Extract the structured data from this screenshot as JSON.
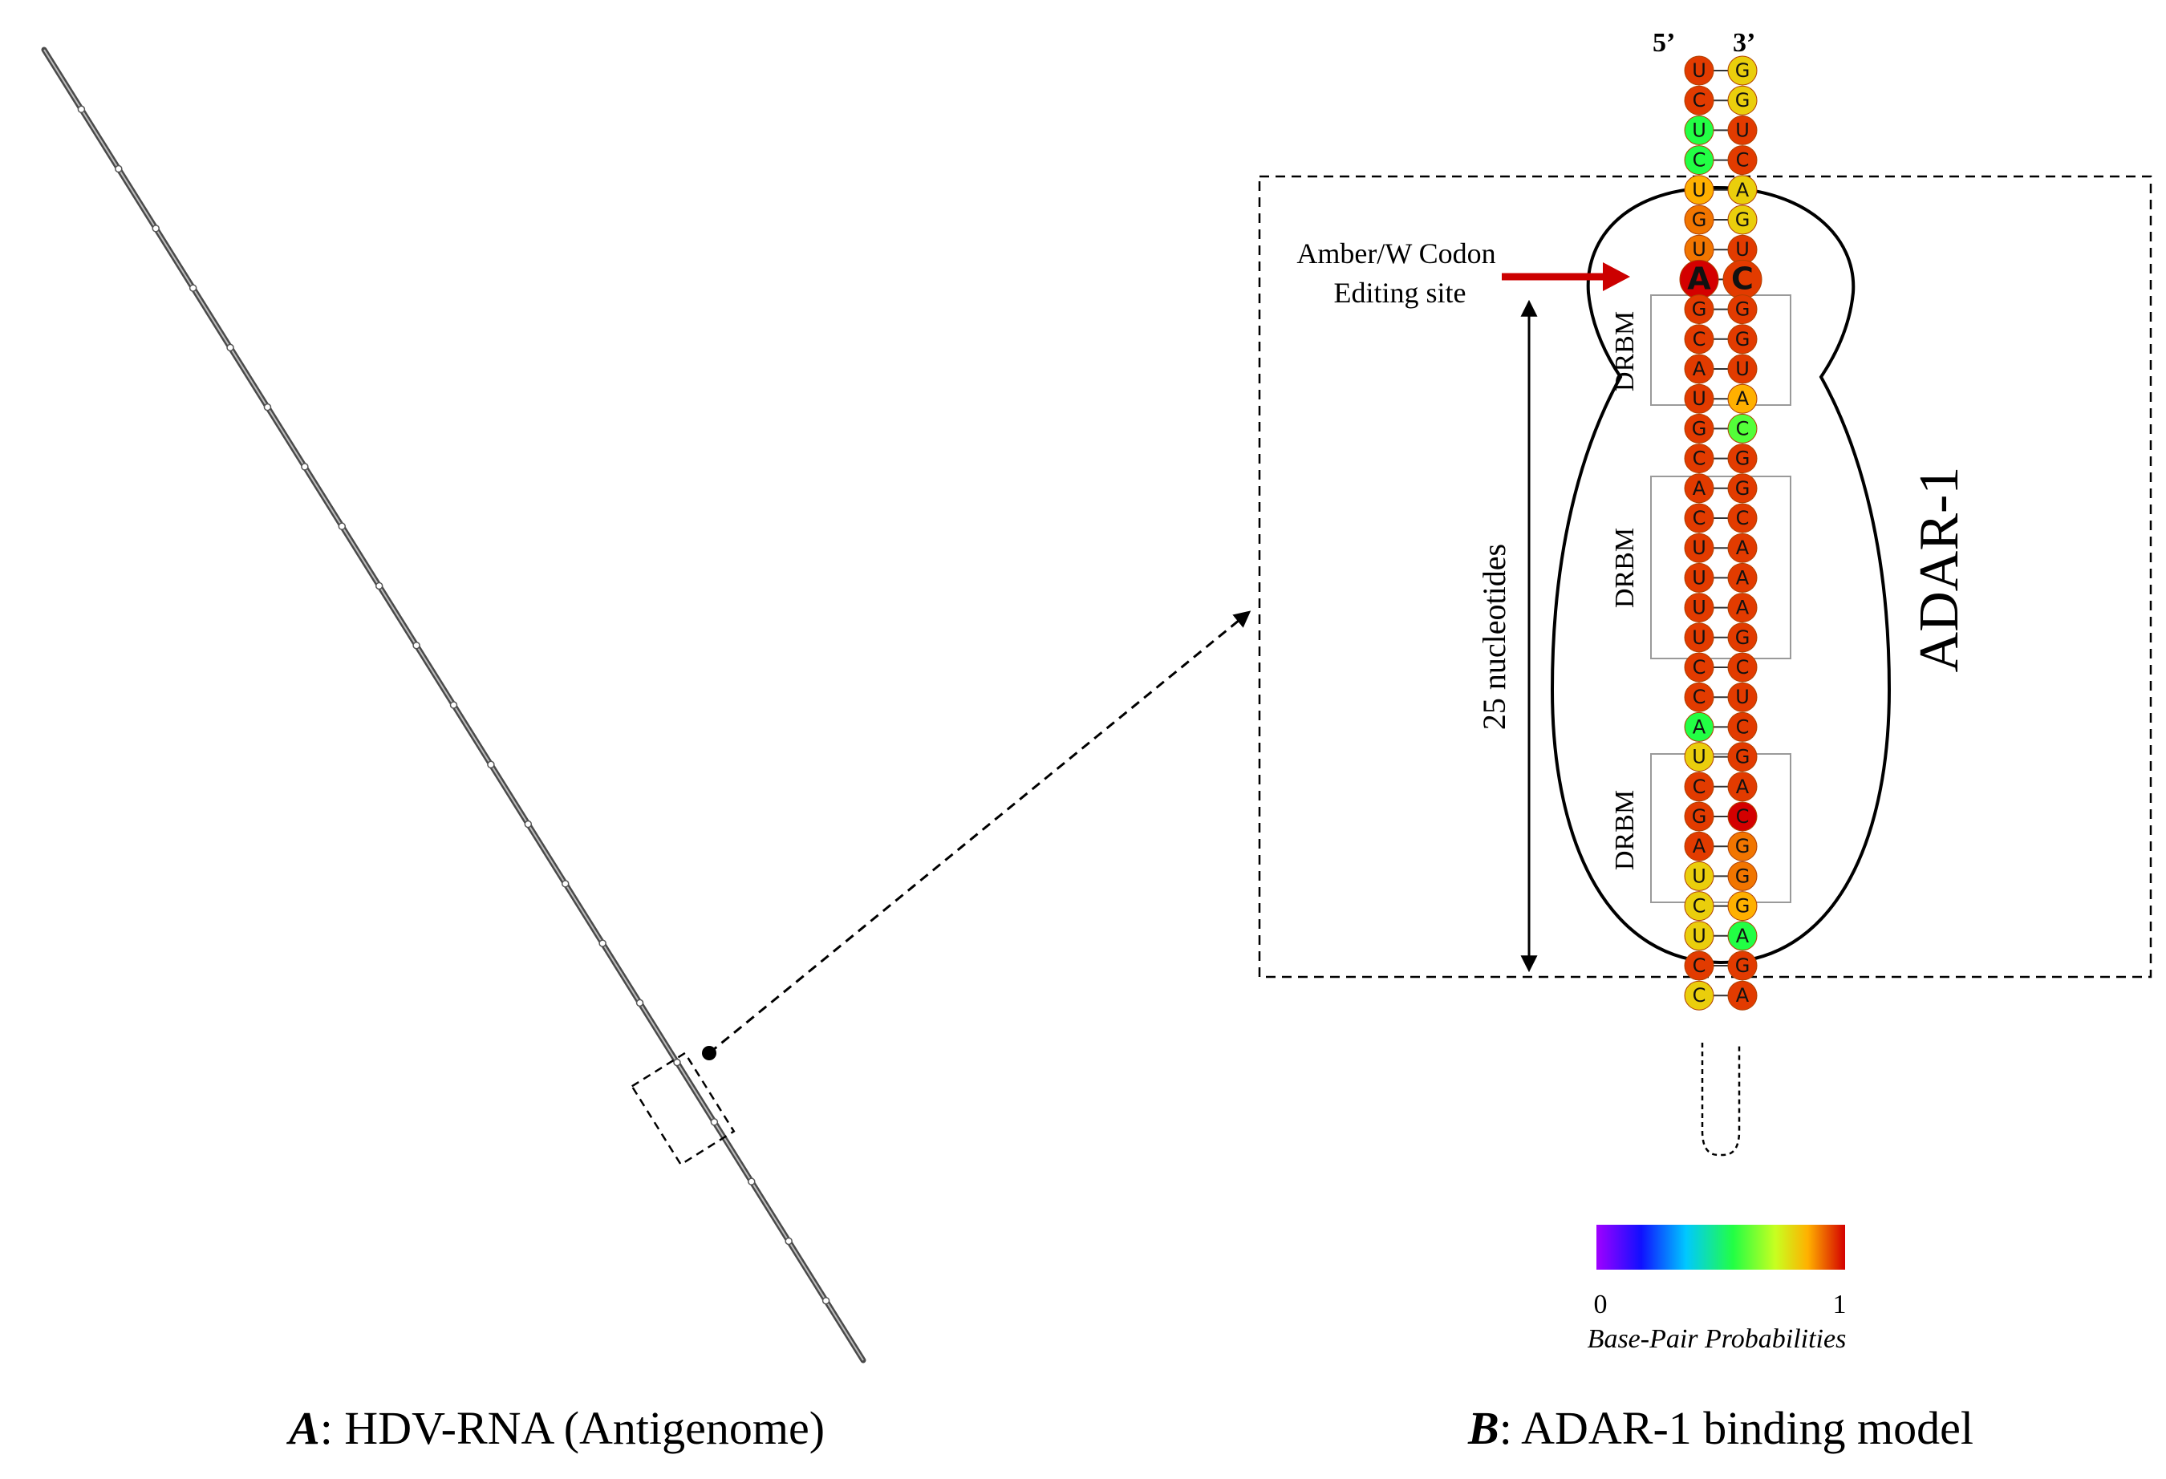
{
  "panel_a": {
    "letter": "A",
    "caption": ": HDV-RNA (Antigenome)"
  },
  "panel_b": {
    "letter": "B",
    "caption": ": ADAR-1 binding model",
    "label_5": "5’",
    "label_3": "3’",
    "editing_site_line1": "Amber/W Codon",
    "editing_site_line2": "Editing site",
    "length_label": "25 nucleotides",
    "protein_label": "ADAR-1",
    "domain_labels": [
      "DRBM",
      "DRBM",
      "DRBM"
    ],
    "colorbar_min": "0",
    "colorbar_max": "1",
    "colorbar_title": "Base-Pair Probabilities"
  },
  "stem": {
    "left_5to3": [
      "U",
      "C",
      "U",
      "C",
      "U",
      "G",
      "U",
      "A",
      "G",
      "C",
      "A",
      "U",
      "G",
      "C",
      "A",
      "C",
      "U",
      "U",
      "U",
      "U",
      "C",
      "C",
      "A",
      "U",
      "C",
      "G",
      "A",
      "U",
      "C",
      "U",
      "C",
      "C"
    ],
    "right_5to3": [
      "G",
      "G",
      "U",
      "C",
      "A",
      "G",
      "U",
      "C",
      "G",
      "G",
      "U",
      "A",
      "C",
      "G",
      "G",
      "C",
      "A",
      "A",
      "A",
      "G",
      "C",
      "U",
      "C",
      "G",
      "A",
      "C",
      "G",
      "G",
      "G",
      "A",
      "G",
      "A"
    ],
    "left_prob": [
      0.95,
      0.95,
      0.55,
      0.55,
      0.85,
      0.9,
      0.9,
      1.0,
      0.95,
      0.95,
      0.95,
      0.95,
      0.95,
      0.95,
      0.95,
      0.95,
      0.95,
      0.95,
      0.95,
      0.95,
      0.95,
      0.95,
      0.55,
      0.8,
      0.95,
      0.95,
      0.95,
      0.8,
      0.8,
      0.8,
      0.95,
      0.8
    ],
    "right_prob": [
      0.8,
      0.8,
      0.95,
      0.95,
      0.8,
      0.8,
      0.95,
      0.95,
      0.95,
      0.95,
      0.95,
      0.85,
      0.6,
      0.95,
      0.95,
      0.95,
      0.95,
      0.95,
      0.95,
      0.95,
      0.95,
      0.95,
      0.95,
      0.95,
      0.95,
      1.0,
      0.9,
      0.9,
      0.85,
      0.55,
      0.95,
      0.95
    ]
  }
}
